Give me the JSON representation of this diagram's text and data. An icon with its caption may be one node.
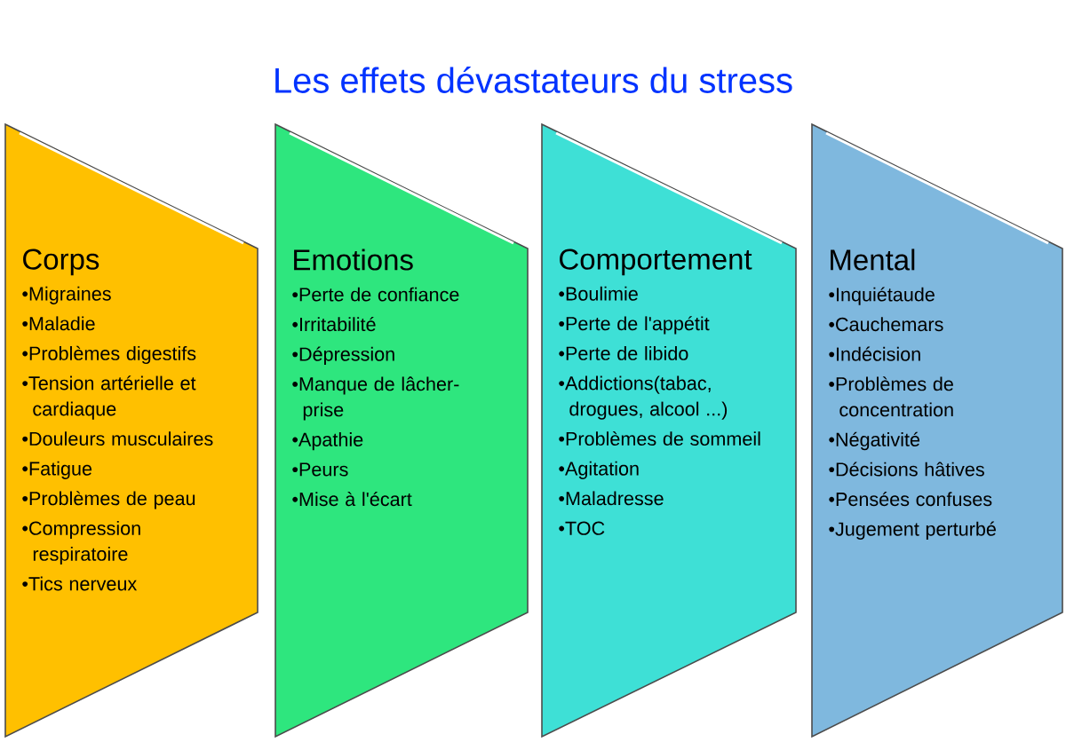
{
  "diagram": {
    "title": "Les effets dévastateurs du stress",
    "nodes": [
      {
        "text": [
          "Corps",
          "•Migraines",
          "•Maladie",
          "•Problèmes digestifs",
          "•Tension artérielle et cardiaque",
          "•Douleurs musculaires",
          "•Fatigue",
          "•Problèmes de peau",
          "•Compression respiratoire",
          "•Tics nerveux"
        ]
      },
      {
        "text": [
          "Emotions",
          "•Perte de confiance",
          "•Irritabilité",
          "•Dépression",
          "•Manque de lâcher-prise",
          "•Apathie",
          "•Peurs",
          "•Mise à l'écart"
        ]
      },
      {
        "text": [
          "Comportement",
          "•Boulimie",
          "•Perte de l'appétit",
          "•Perte de libido",
          "•Addictions(tabac, drogues, alcool ...)",
          "•Problèmes de sommeil",
          "•Agitation",
          "•Maladresse",
          "•TOC"
        ]
      },
      {
        "text": [
          "Mental",
          "•Inquiétaude",
          "•Cauchemars",
          "•Indécision",
          "•Problèmes de concentration",
          "•Négativité",
          "•Décisions hâtives",
          "•Pensées confuses",
          "•Jugement perturbé"
        ]
      }
    ]
  }
}
